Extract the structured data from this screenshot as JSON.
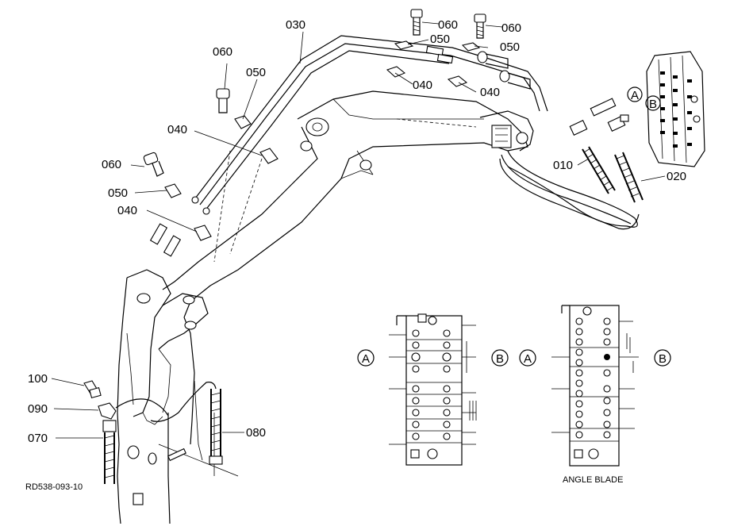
{
  "diagram_code": "RD538-093-10",
  "parts": {
    "p010": "010",
    "p020": "020",
    "p030": "030",
    "p040": "040",
    "p050": "050",
    "p060": "060",
    "p070": "070",
    "p080": "080",
    "p090": "090",
    "p100": "100"
  },
  "ports": {
    "a": "A",
    "b": "B"
  },
  "caption_angle_blade": "ANGLE BLADE"
}
